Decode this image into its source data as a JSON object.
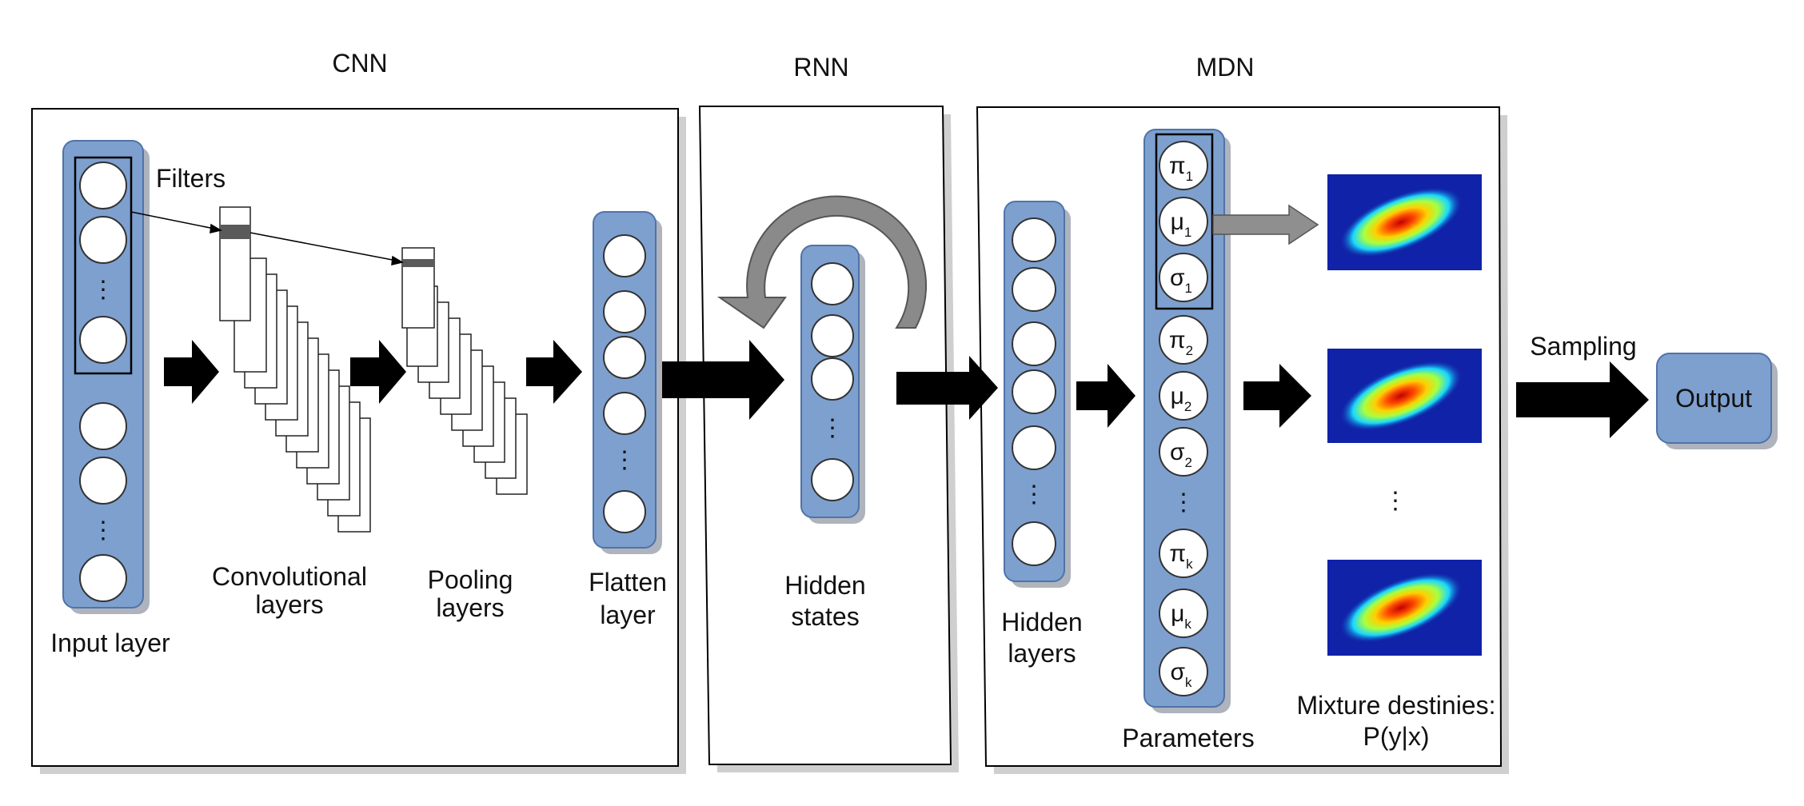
{
  "sections": {
    "cnn": {
      "title": "CNN"
    },
    "rnn": {
      "title": "RNN"
    },
    "mdn": {
      "title": "MDN"
    }
  },
  "labels": {
    "filters": "Filters",
    "input_layer": "Input layer",
    "conv_line1": "Convolutional",
    "conv_line2": "layers",
    "pool_line1": "Pooling",
    "pool_line2": "layers",
    "flatten_line1": "Flatten",
    "flatten_line2": "layer",
    "hidden_states_line1": "Hidden",
    "hidden_states_line2": "states",
    "hidden_layers_line1": "Hidden",
    "hidden_layers_line2": "layers",
    "parameters": "Parameters",
    "mixture_line1": "Mixture destinies:",
    "mixture_line2": "P(y|x)",
    "sampling": "Sampling",
    "output": "Output",
    "ellipsis": "⋮"
  },
  "parameters": [
    {
      "symbol": "π",
      "sub": "1"
    },
    {
      "symbol": "μ",
      "sub": "1"
    },
    {
      "symbol": "σ",
      "sub": "1"
    },
    {
      "symbol": "π",
      "sub": "2"
    },
    {
      "symbol": "μ",
      "sub": "2"
    },
    {
      "symbol": "σ",
      "sub": "2"
    },
    {
      "symbol": "π",
      "sub": "k"
    },
    {
      "symbol": "μ",
      "sub": "k"
    },
    {
      "symbol": "σ",
      "sub": "k"
    }
  ],
  "colors": {
    "layer_fill": "#7ea0cf",
    "layer_stroke": "#4f73a8",
    "layer_shadow": "#aeb3bd",
    "arrow": "#000000",
    "recurrent_arrow": "#8a8a8a",
    "heatmap_bg": "#1022a8"
  }
}
